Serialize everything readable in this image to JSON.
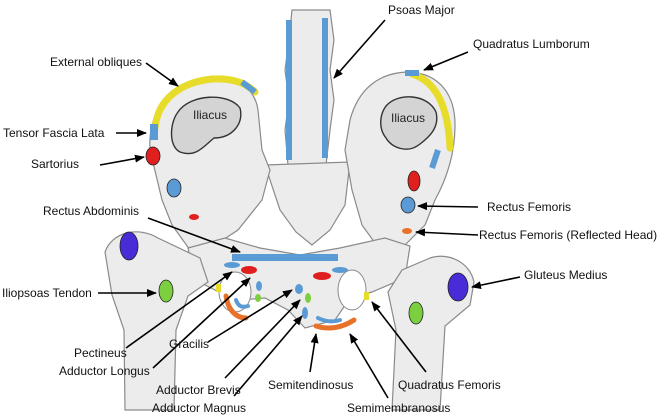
{
  "labels": {
    "psoas_major": "Psoas Major",
    "quadratus_lumborum": "Quadratus Lumborum",
    "external_obliques": "External obliques",
    "tensor_fascia_lata": "Tensor Fascia Lata",
    "sartorius": "Sartorius",
    "rectus_abdominis": "Rectus Abdominis",
    "rectus_femoris": "Rectus Femoris",
    "rectus_femoris_reflected": "Rectus Femoris (Reflected Head)",
    "gluteus_medius": "Gluteus Medius",
    "iliopsoas_tendon": "Iliopsoas Tendon",
    "pectineus": "Pectineus",
    "adductor_longus": "Adductor Longus",
    "gracilis": "Gracilis",
    "adductor_brevis": "Adductor Brevis",
    "adductor_magnus": "Adductor Magnus",
    "semitendinosus": "Semitendinosus",
    "semimembranosus": "Semimembranosus",
    "quadratus_femoris": "Quadratus Femoris"
  },
  "inner_labels": {
    "iliacus_left": "Iliacus",
    "iliacus_right": "Iliacus"
  },
  "colors": {
    "bone_fill": "#ececec",
    "bone_stroke": "#8a8a8a",
    "fossa_fill": "#d4d4d4",
    "blue_marker": "#5b9bd5",
    "red_marker": "#e0201e",
    "yellow_marker": "#e8dc2a",
    "purple_marker": "#4a2bd8",
    "green_marker": "#7cd040",
    "orange_marker": "#e8722a",
    "arrow": "#000000"
  }
}
